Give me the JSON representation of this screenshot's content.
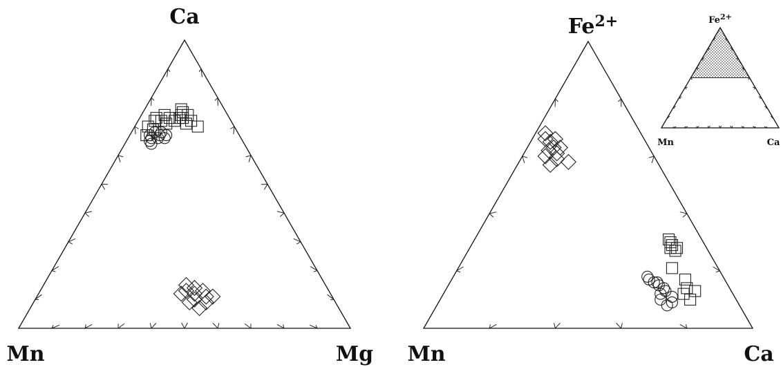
{
  "chart_data": [
    {
      "type": "scatter",
      "subtype": "ternary",
      "vertices": {
        "top": "Ca",
        "left": "Mn",
        "right": "Mg"
      },
      "tick_interval": 0.1,
      "series": [
        {
          "marker": "square",
          "points": [
            [
              0.7,
              0.26,
              0.04
            ],
            [
              0.72,
              0.23,
              0.05
            ],
            [
              0.73,
              0.22,
              0.05
            ],
            [
              0.72,
              0.21,
              0.07
            ],
            [
              0.74,
              0.19,
              0.07
            ],
            [
              0.73,
              0.18,
              0.09
            ],
            [
              0.69,
              0.25,
              0.06
            ],
            [
              0.71,
              0.2,
              0.09
            ],
            [
              0.72,
              0.17,
              0.11
            ],
            [
              0.73,
              0.15,
              0.12
            ],
            [
              0.74,
              0.14,
              0.12
            ],
            [
              0.75,
              0.13,
              0.12
            ],
            [
              0.74,
              0.12,
              0.14
            ],
            [
              0.73,
              0.14,
              0.13
            ],
            [
              0.76,
              0.13,
              0.11
            ],
            [
              0.72,
              0.12,
              0.16
            ],
            [
              0.7,
              0.11,
              0.19
            ],
            [
              0.71,
              0.14,
              0.15
            ],
            [
              0.67,
              0.28,
              0.05
            ]
          ]
        },
        {
          "marker": "circle",
          "points": [
            [
              0.67,
              0.27,
              0.06
            ],
            [
              0.66,
              0.27,
              0.07
            ],
            [
              0.68,
              0.25,
              0.07
            ],
            [
              0.65,
              0.28,
              0.07
            ],
            [
              0.67,
              0.24,
              0.09
            ],
            [
              0.66,
              0.25,
              0.09
            ],
            [
              0.68,
              0.23,
              0.09
            ],
            [
              0.64,
              0.28,
              0.08
            ],
            [
              0.66,
              0.23,
              0.11
            ],
            [
              0.67,
              0.22,
              0.11
            ]
          ]
        },
        {
          "marker": "diamond",
          "points": [
            [
              0.15,
              0.42,
              0.43
            ],
            [
              0.13,
              0.43,
              0.44
            ],
            [
              0.12,
              0.41,
              0.47
            ],
            [
              0.1,
              0.42,
              0.48
            ],
            [
              0.13,
              0.38,
              0.49
            ],
            [
              0.11,
              0.38,
              0.51
            ],
            [
              0.09,
              0.39,
              0.52
            ],
            [
              0.14,
              0.4,
              0.46
            ],
            [
              0.12,
              0.45,
              0.43
            ],
            [
              0.09,
              0.44,
              0.47
            ],
            [
              0.07,
              0.42,
              0.51
            ],
            [
              0.11,
              0.36,
              0.53
            ]
          ]
        }
      ]
    },
    {
      "type": "scatter",
      "subtype": "ternary",
      "vertices": {
        "top": "Fe",
        "top_sup": "2+",
        "left": "Mn",
        "right": "Ca"
      },
      "tick_interval": 0.2,
      "series": [
        {
          "marker": "diamond",
          "points": [
            [
              0.68,
              0.29,
              0.03
            ],
            [
              0.66,
              0.3,
              0.04
            ],
            [
              0.65,
              0.29,
              0.06
            ],
            [
              0.63,
              0.29,
              0.08
            ],
            [
              0.62,
              0.31,
              0.07
            ],
            [
              0.61,
              0.29,
              0.1
            ],
            [
              0.63,
              0.27,
              0.1
            ],
            [
              0.59,
              0.3,
              0.11
            ],
            [
              0.57,
              0.33,
              0.1
            ],
            [
              0.58,
              0.27,
              0.15
            ],
            [
              0.66,
              0.27,
              0.07
            ],
            [
              0.6,
              0.33,
              0.07
            ]
          ]
        },
        {
          "marker": "square",
          "points": [
            [
              0.31,
              0.1,
              0.59
            ],
            [
              0.3,
              0.1,
              0.6
            ],
            [
              0.29,
              0.1,
              0.61
            ],
            [
              0.28,
              0.09,
              0.63
            ],
            [
              0.27,
              0.1,
              0.63
            ],
            [
              0.21,
              0.14,
              0.65
            ],
            [
              0.17,
              0.12,
              0.71
            ],
            [
              0.14,
              0.13,
              0.73
            ],
            [
              0.12,
              0.15,
              0.73
            ],
            [
              0.1,
              0.14,
              0.76
            ],
            [
              0.13,
              0.11,
              0.76
            ],
            [
              0.28,
              0.11,
              0.61
            ]
          ]
        },
        {
          "marker": "circle",
          "points": [
            [
              0.18,
              0.23,
              0.59
            ],
            [
              0.17,
              0.23,
              0.6
            ],
            [
              0.16,
              0.22,
              0.62
            ],
            [
              0.15,
              0.21,
              0.64
            ],
            [
              0.14,
              0.2,
              0.66
            ],
            [
              0.13,
              0.2,
              0.67
            ],
            [
              0.12,
              0.22,
              0.66
            ],
            [
              0.11,
              0.19,
              0.7
            ],
            [
              0.09,
              0.2,
              0.71
            ],
            [
              0.08,
              0.22,
              0.7
            ],
            [
              0.16,
              0.21,
              0.63
            ],
            [
              0.1,
              0.23,
              0.67
            ]
          ]
        }
      ]
    }
  ],
  "inset": {
    "vertices": {
      "top": "Fe",
      "top_sup": "2+",
      "left": "Mn",
      "right": "Ca"
    },
    "shaded_region_min_top_fraction": 0.5
  }
}
